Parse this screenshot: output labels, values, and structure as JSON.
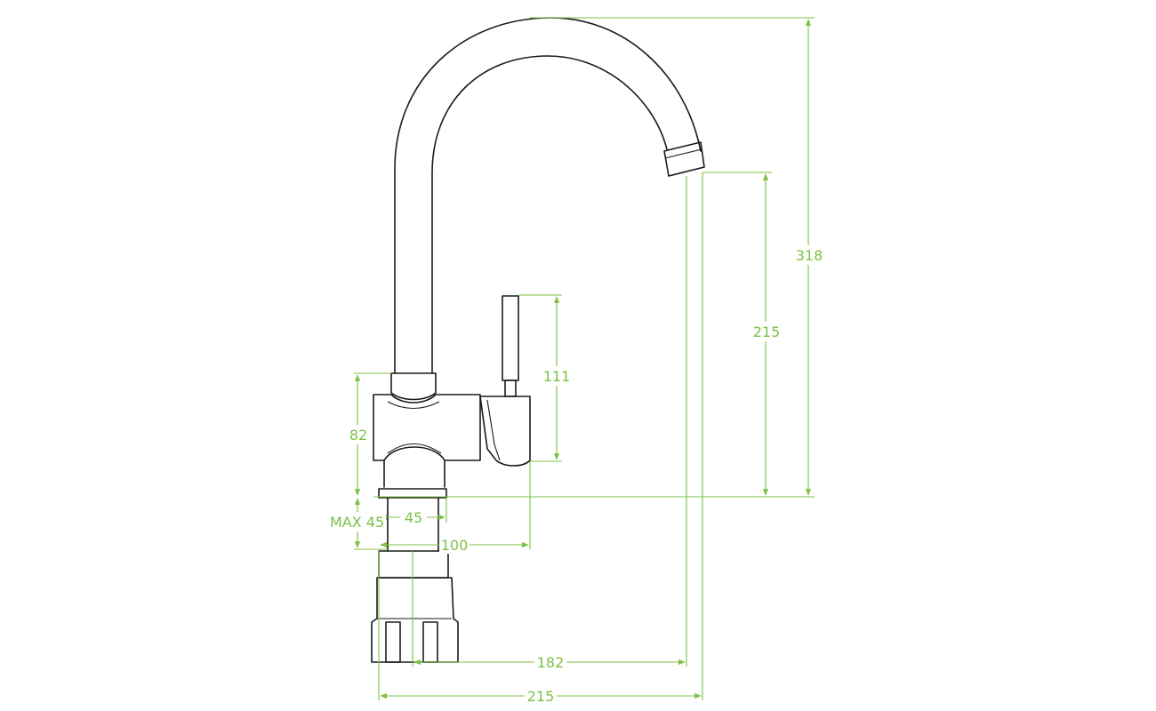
{
  "colors": {
    "dimension": "#7cc143",
    "outline": "#1a1a1a",
    "background": "#ffffff"
  },
  "dimensions": {
    "total_height": "318",
    "spout_height": "215",
    "handle_height": "111",
    "body_height": "82",
    "max_thickness": "MAX 45",
    "shank_width": "45",
    "body_projection": "100",
    "spout_reach": "182",
    "overall_reach": "215"
  }
}
